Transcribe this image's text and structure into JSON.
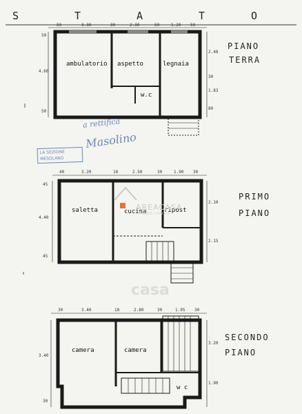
{
  "header": {
    "stato_letters": [
      "S",
      "T",
      "A",
      "T",
      "O"
    ]
  },
  "floors": {
    "ground": {
      "label_line1": "PIANO",
      "label_line2": "TERRA",
      "rooms": [
        "ambulatorio",
        "aspetto",
        "legnaia",
        "w.c"
      ],
      "dims_top": [
        "50",
        "3.30",
        "30",
        "2.30",
        "50",
        "1.20",
        "50"
      ],
      "dims_side": [
        "4.60",
        "50",
        "50",
        "2.48",
        "30",
        "1.83",
        "80"
      ]
    },
    "first": {
      "label_line1": "PRIMO",
      "label_line2": "PIANO",
      "rooms": [
        "saletta",
        "cucina",
        "ripost"
      ],
      "dims_top": [
        "40",
        "3.20",
        "18",
        "2.50",
        "30",
        "1.90",
        "30"
      ],
      "dims_side": [
        "4.40",
        "45",
        "45",
        "2.10",
        "2.15"
      ]
    },
    "second": {
      "label_line1": "SECONDO",
      "label_line2": "PIANO",
      "rooms": [
        "camera",
        "camera",
        "w c"
      ],
      "dims_top": [
        "30",
        "3.40",
        "18",
        "2.80",
        "30",
        "1.95",
        "30"
      ],
      "dims_side": [
        "3.40",
        "3.20",
        "1.90",
        "30"
      ]
    }
  },
  "annotations": {
    "stamp_line1": "LA SEZIONE",
    "stamp_line2": "MESOLANO",
    "handwritten_note": "a rettifica",
    "signature": "Masolino"
  },
  "watermark": {
    "brand": "AREACASA",
    "tagline": "IMMOBILI CON VOI",
    "site": "casa"
  },
  "colors": {
    "ink": "#1a1a1a",
    "pen_blue": "#6d86b5",
    "watermark": "#c9c9c9",
    "logo_accent": "#e2763a"
  }
}
